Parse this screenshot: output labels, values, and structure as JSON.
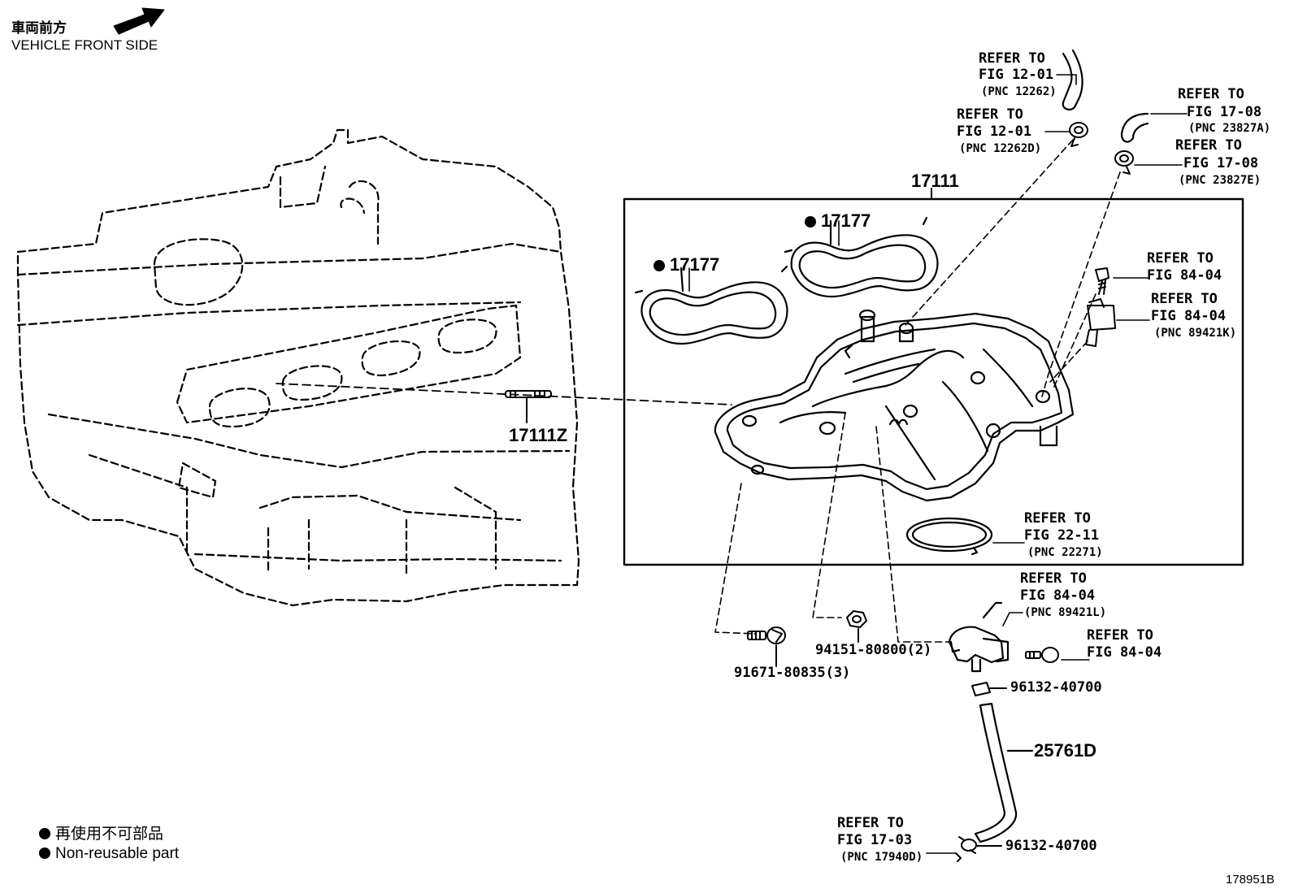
{
  "orientation": {
    "jp": "車両前方",
    "en": "VEHICLE FRONT SIDE"
  },
  "legend": {
    "jp": "再使用不可部品",
    "en": "Non-reusable part"
  },
  "figure_id": "178951B",
  "group_label": "17111",
  "parts": {
    "gasket_a": "17177",
    "gasket_b": "17177",
    "stud": "17111Z",
    "bolt": "91671-80835(3)",
    "nut": "94151-80800(2)",
    "clip_upper": "96132-40700",
    "hose": "25761D",
    "clip_lower": "96132-40700"
  },
  "refs": [
    {
      "line1": "REFER TO",
      "line2": "FIG 12-01",
      "pnc": "(PNC 12262)"
    },
    {
      "line1": "REFER TO",
      "line2": "FIG 12-01",
      "pnc": "(PNC 12262D)"
    },
    {
      "line1": "REFER TO",
      "line2": "FIG 17-08",
      "pnc": "(PNC 23827A)"
    },
    {
      "line1": "REFER TO",
      "line2": "FIG 17-08",
      "pnc": "(PNC 23827E)"
    },
    {
      "line1": "REFER TO",
      "line2": "FIG 84-04",
      "pnc": ""
    },
    {
      "line1": "REFER TO",
      "line2": "FIG 84-04",
      "pnc": "(PNC 89421K)"
    },
    {
      "line1": "REFER TO",
      "line2": "FIG 22-11",
      "pnc": "(PNC 22271)"
    },
    {
      "line1": "REFER TO",
      "line2": "FIG 84-04",
      "pnc": "(PNC 89421L)"
    },
    {
      "line1": "REFER TO",
      "line2": "FIG 84-04",
      "pnc": ""
    },
    {
      "line1": "REFER TO",
      "line2": "FIG 17-03",
      "pnc": "(PNC 17940D)"
    }
  ]
}
